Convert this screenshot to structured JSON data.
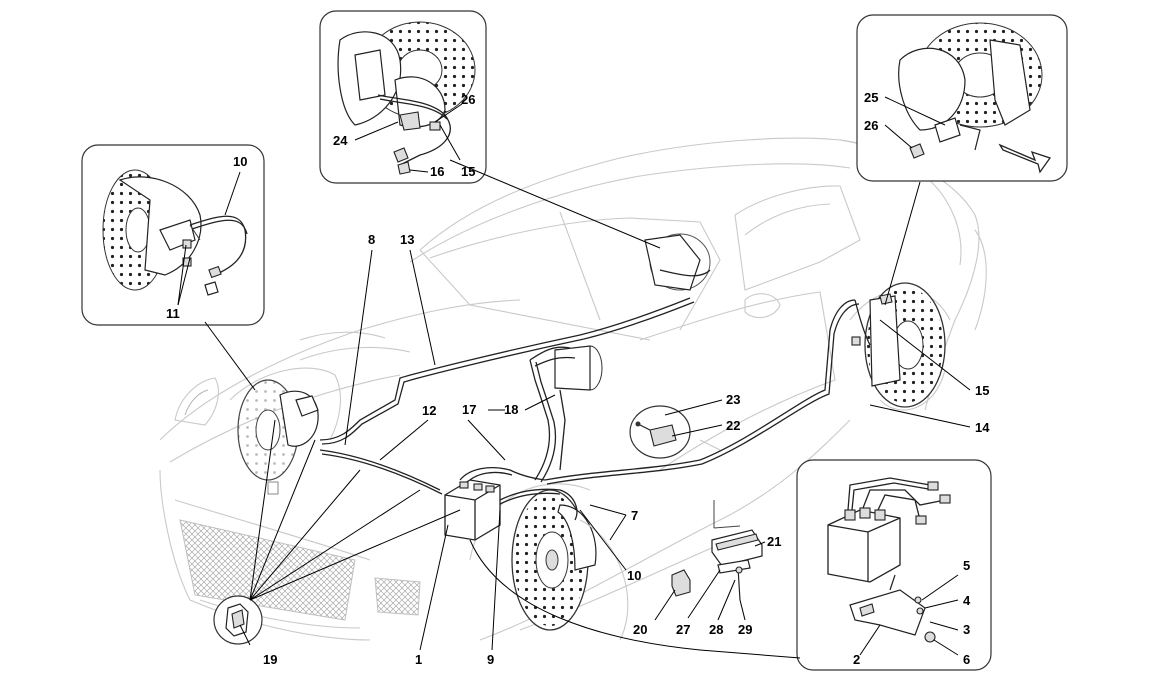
{
  "diagram": {
    "callouts": {
      "c1": "1",
      "c2": "2",
      "c3": "3",
      "c4": "4",
      "c5": "5",
      "c6": "6",
      "c7": "7",
      "c8": "8",
      "c9": "9",
      "c10a": "10",
      "c10b": "10",
      "c11": "11",
      "c12": "12",
      "c13": "13",
      "c14": "14",
      "c15a": "15",
      "c15b": "15",
      "c16": "16",
      "c17": "17",
      "c18": "18",
      "c19": "19",
      "c20": "20",
      "c21": "21",
      "c22": "22",
      "c23": "23",
      "c24": "24",
      "c25": "25",
      "c26a": "26",
      "c26b": "26",
      "c27": "27",
      "c28": "28",
      "c29": "29"
    },
    "icons": {
      "direction_arrow": "arrow-right-down-icon"
    }
  }
}
